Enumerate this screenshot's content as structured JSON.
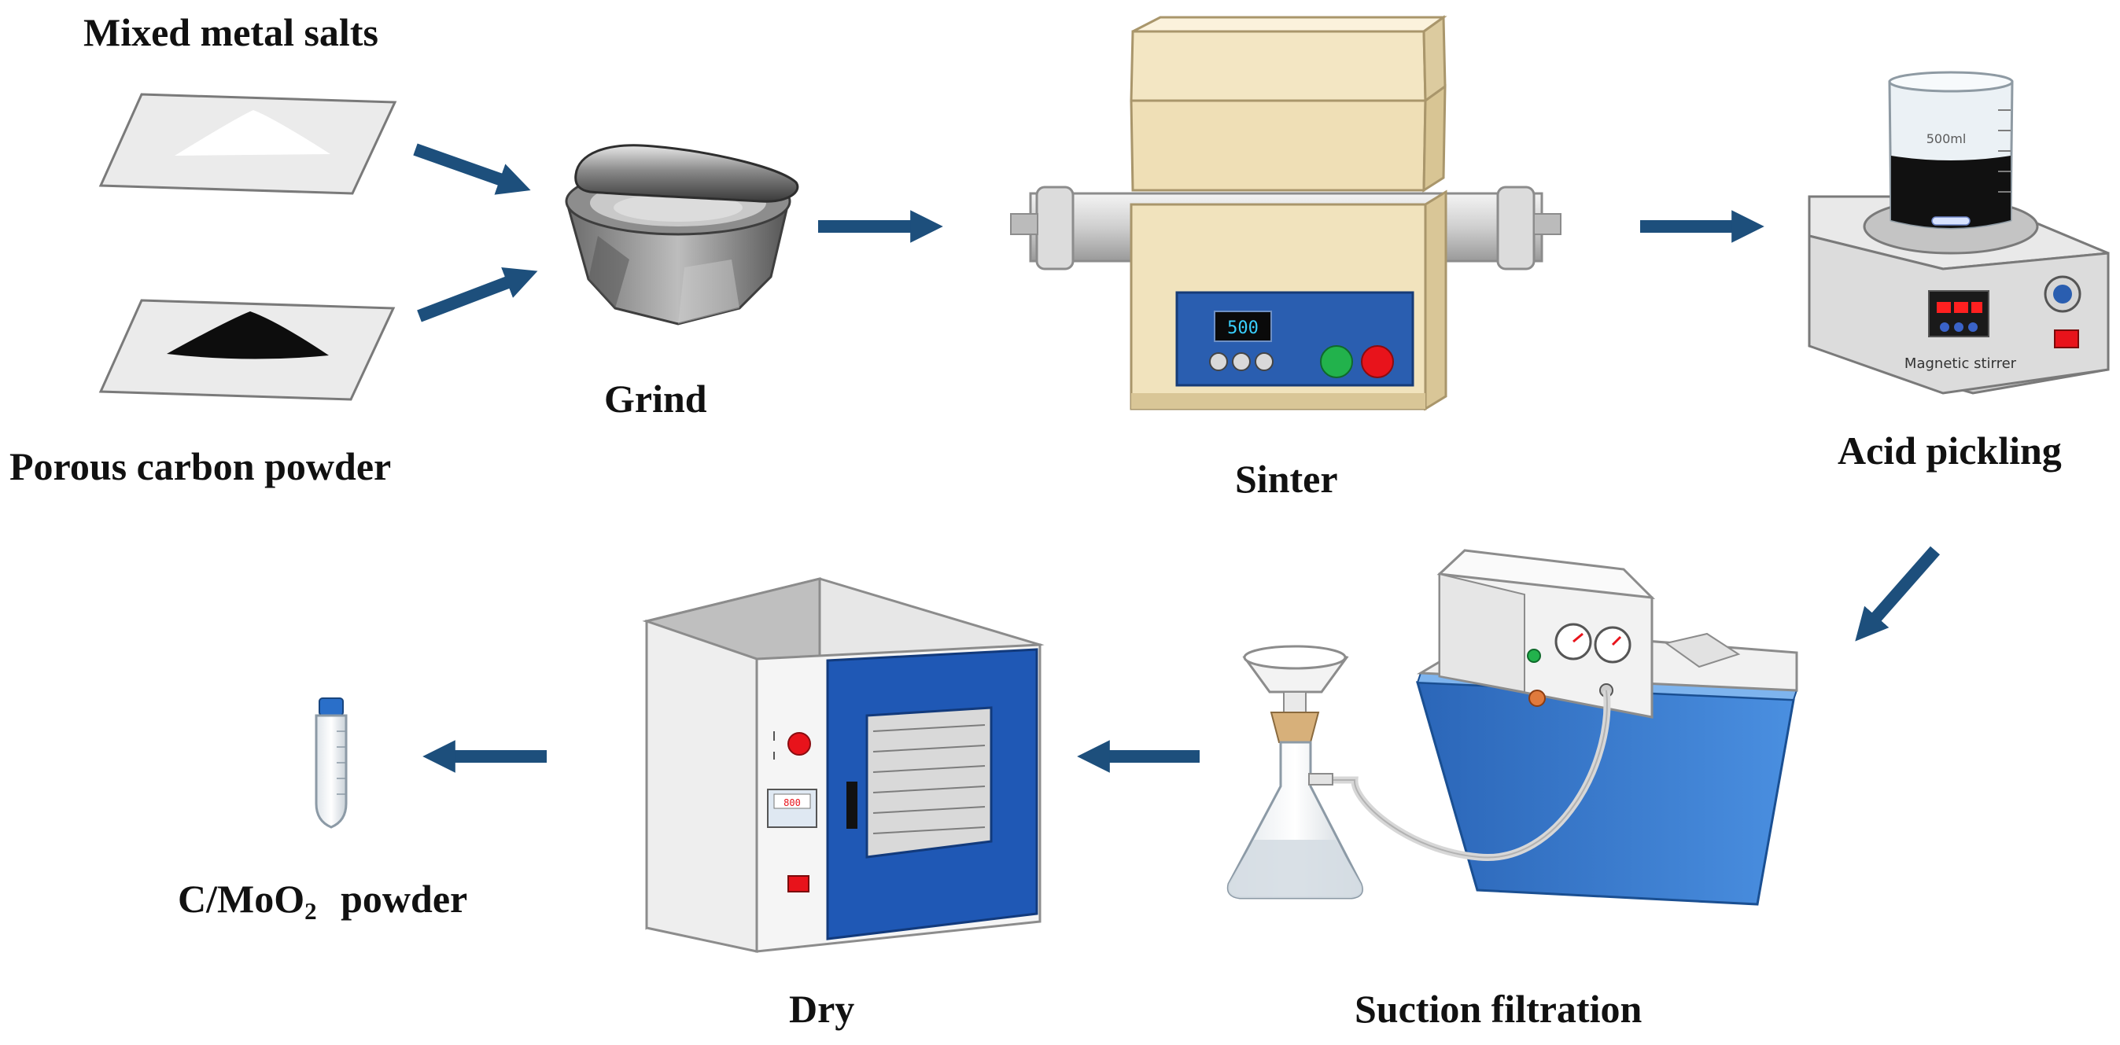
{
  "labels": {
    "mixed_metal_salts": "Mixed metal salts",
    "porous_carbon_powder": "Porous carbon powder",
    "grind": "Grind",
    "sinter": "Sinter",
    "acid_pickling": "Acid pickling",
    "suction_filtration": "Suction filtration",
    "dry": "Dry",
    "product_prefix": "C/MoO",
    "product_subscript": "2",
    "product_suffix": "powder"
  },
  "equipment_text": {
    "furnace_display": "500",
    "beaker_volume": "500ml",
    "stirrer_label": "Magnetic stirrer",
    "oven_display": "800"
  },
  "colors": {
    "arrow": "#1d4f7c",
    "panel_blue": "#2a5eb0",
    "furnace_body": "#f1e3bd",
    "tub_blue": "#2f74cc",
    "green_button": "#22b24c",
    "red_button": "#e8131b"
  }
}
